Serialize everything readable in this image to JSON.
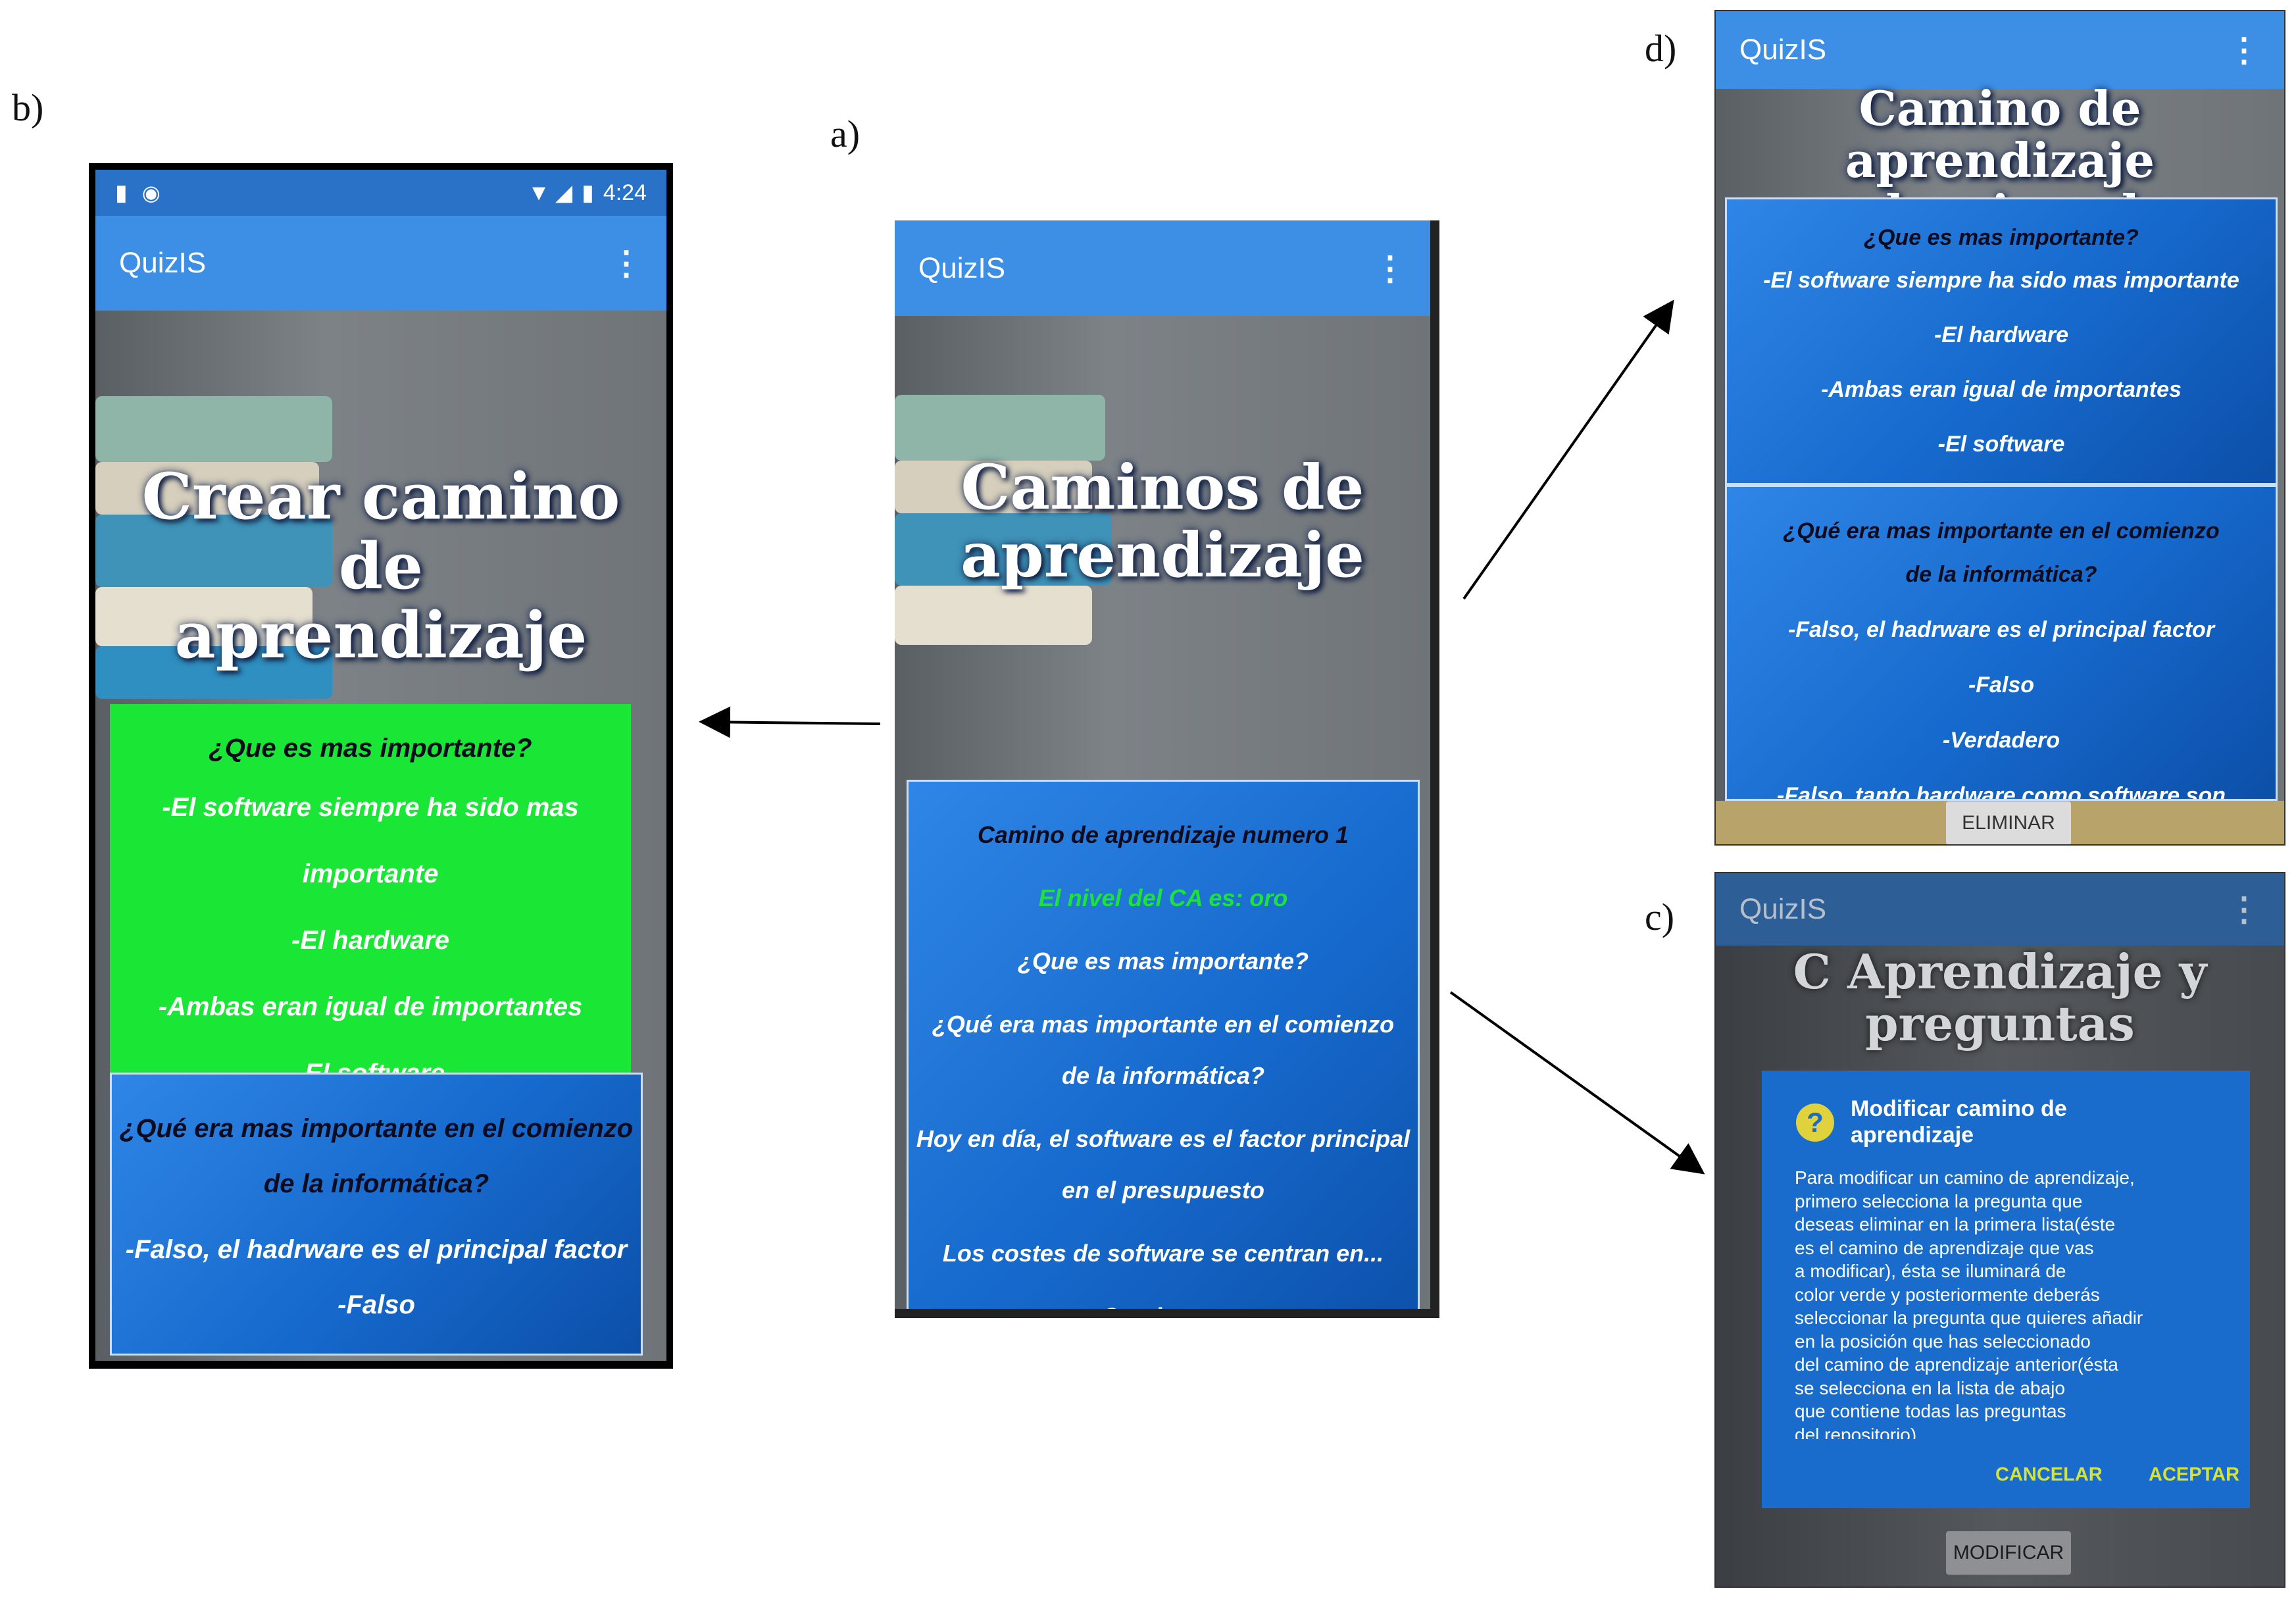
{
  "labels": {
    "a": "a)",
    "b": "b)",
    "c": "c)",
    "d": "d)"
  },
  "colors": {
    "appbar": "#3d8fe6",
    "card_blue": "#1669cc",
    "highlight_green": "#19e635",
    "dialog_action": "#d5e23a"
  },
  "app_title": "QuizIS",
  "menu_icon": "⋮",
  "screen_a": {
    "title_line1": "Caminos de",
    "title_line2": "aprendizaje",
    "card_heading": "Camino de aprendizaje numero 1",
    "level": "El nivel del CA es: oro",
    "items": [
      "¿Que es mas importante?",
      "¿Qué era mas importante en el comienzo",
      "de la informática?",
      "Hoy en día, el software es el factor principal",
      "en el presupuesto",
      "Los costes de software se centran en...",
      "Continuo..."
    ]
  },
  "screen_b": {
    "status_time": "4:24",
    "title_line1": "Crear camino de",
    "title_line2": "aprendizaje",
    "card1_question": "¿Que es mas importante?",
    "card1_answers": [
      "-El software siempre ha sido mas importante",
      "-El hardware",
      "-Ambas eran igual de importantes",
      "-El software"
    ],
    "card2_question_line1": "¿Qué era mas importante en el comienzo",
    "card2_question_line2": "de la informática?",
    "card2_answers": [
      "-Falso, el hadrware es el principal factor",
      "-Falso"
    ]
  },
  "screen_d": {
    "title_line1": "Camino de aprendizaje",
    "title_line2": "seleccionado",
    "card1_question": "¿Que es mas importante?",
    "card1_answers": [
      "-El software siempre ha sido mas importante",
      "-El hardware",
      "-Ambas eran igual de importantes",
      "-El software"
    ],
    "card2_question_line1": "¿Qué era mas importante en el comienzo",
    "card2_question_line2": "de la informática?",
    "card2_answers": [
      "-Falso, el hadrware es el principal factor",
      "-Falso",
      "-Verdadero",
      "-Falso, tanto hardware como software son"
    ],
    "delete_button": "ELIMINAR"
  },
  "screen_c": {
    "title_line1": "C Aprendizaje y",
    "title_line2": "preguntas",
    "dialog_title_line1": "Modificar camino de",
    "dialog_title_line2": "aprendizaje",
    "dialog_body_lines": [
      "Para modificar un camino de aprendizaje,",
      "primero selecciona la pregunta que",
      "deseas eliminar en la primera lista(éste",
      "es el camino de aprendizaje que vas",
      "a modificar), ésta se iluminará de",
      "color verde y posteriormente deberás",
      "seleccionar la pregunta que quieres añadir",
      "en la posición que has seleccionado",
      "del camino de aprendizaje anterior(ésta",
      "se selecciona en la lista de abajo",
      "que contiene todas las preguntas",
      "del repositorio)"
    ],
    "cancel_button": "CANCELAR",
    "accept_button": "ACEPTAR",
    "modify_button": "MODIFICAR"
  }
}
